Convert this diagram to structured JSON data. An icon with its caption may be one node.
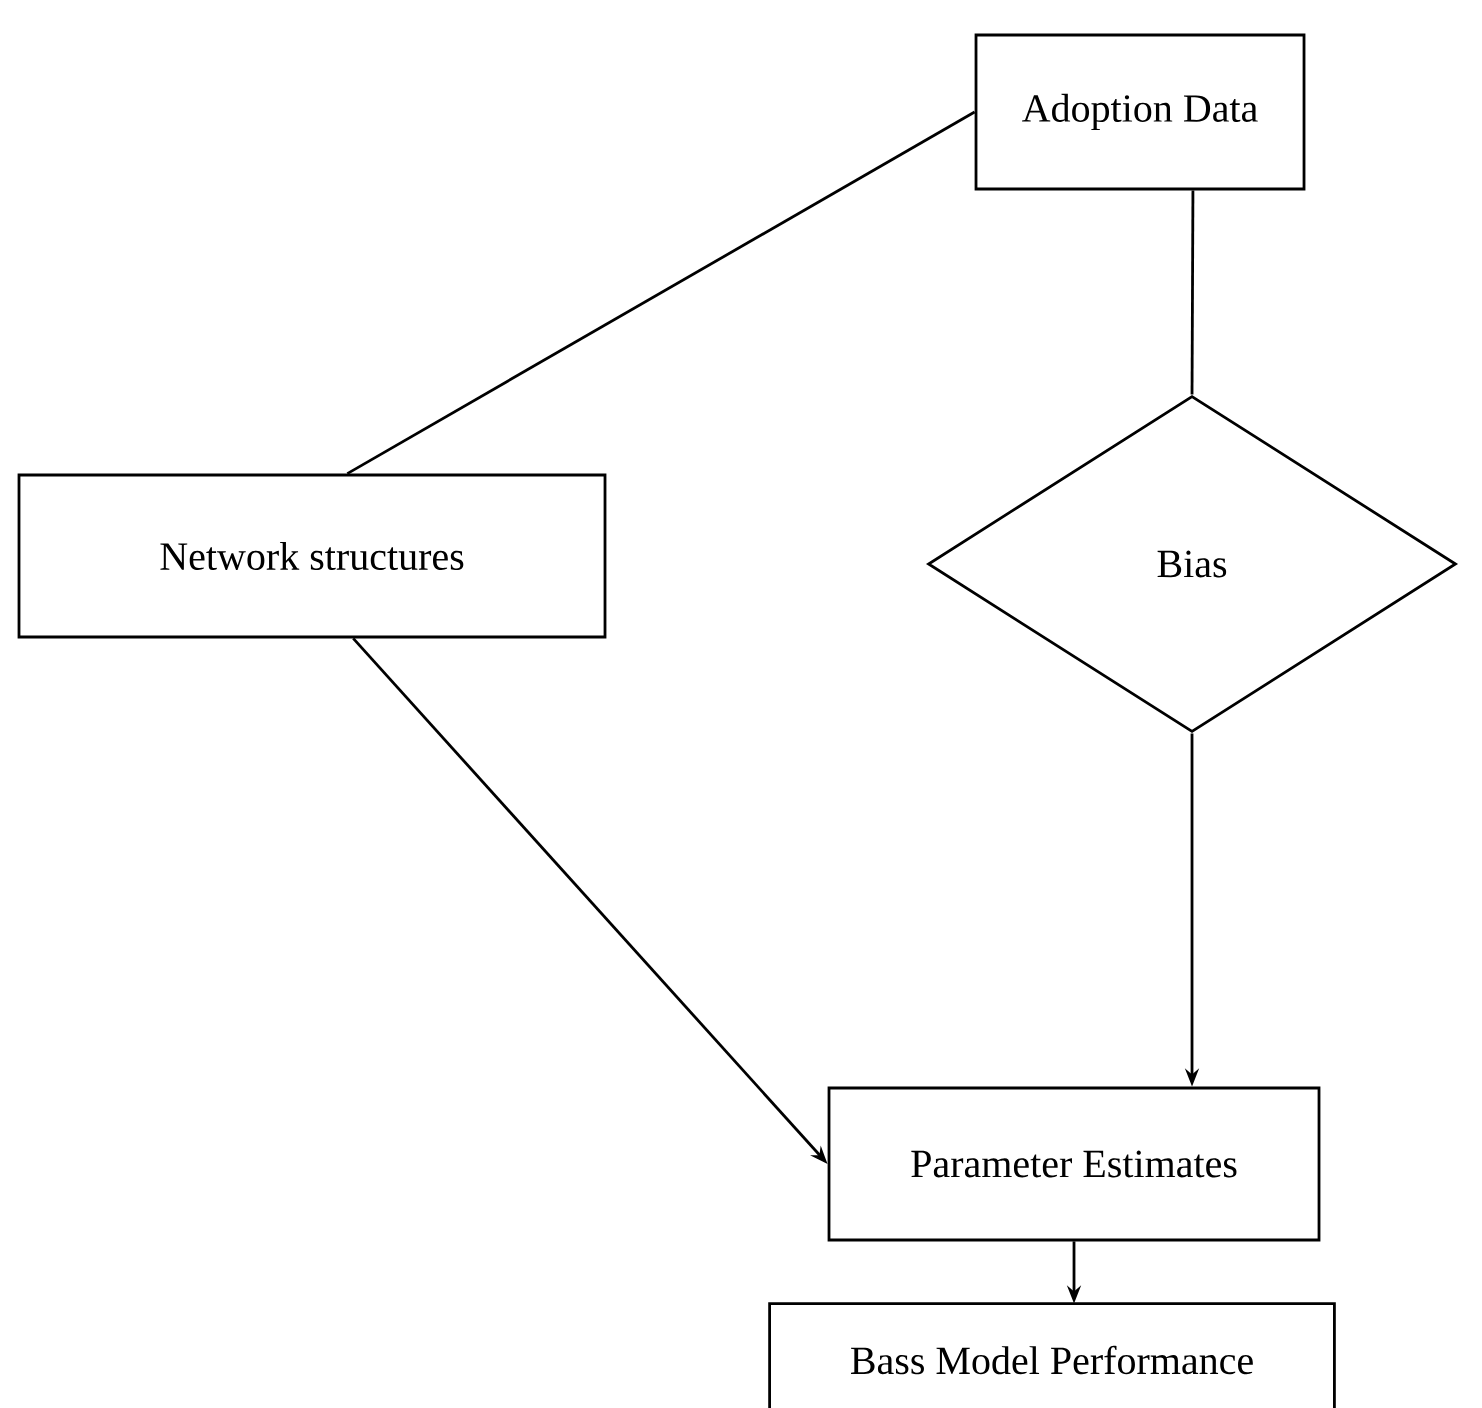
{
  "diagram": {
    "nodes": [
      {
        "text": [
          "Adoption Data"
        ]
      },
      {
        "text": [
          "Network structures"
        ]
      },
      {
        "text": [
          "Bias"
        ]
      },
      {
        "text": [
          "Parameter Estimates"
        ]
      },
      {
        "text": [
          "Bass Model Performance"
        ]
      }
    ],
    "edges": [
      {
        "from": 0,
        "to": 1,
        "arrow": "none"
      },
      {
        "from": 0,
        "to": 2,
        "arrow": "none"
      },
      {
        "from": 1,
        "to": 3,
        "arrow": "to"
      },
      {
        "from": 2,
        "to": 3,
        "arrow": "to"
      },
      {
        "from": 3,
        "to": 4,
        "arrow": "to"
      }
    ]
  }
}
